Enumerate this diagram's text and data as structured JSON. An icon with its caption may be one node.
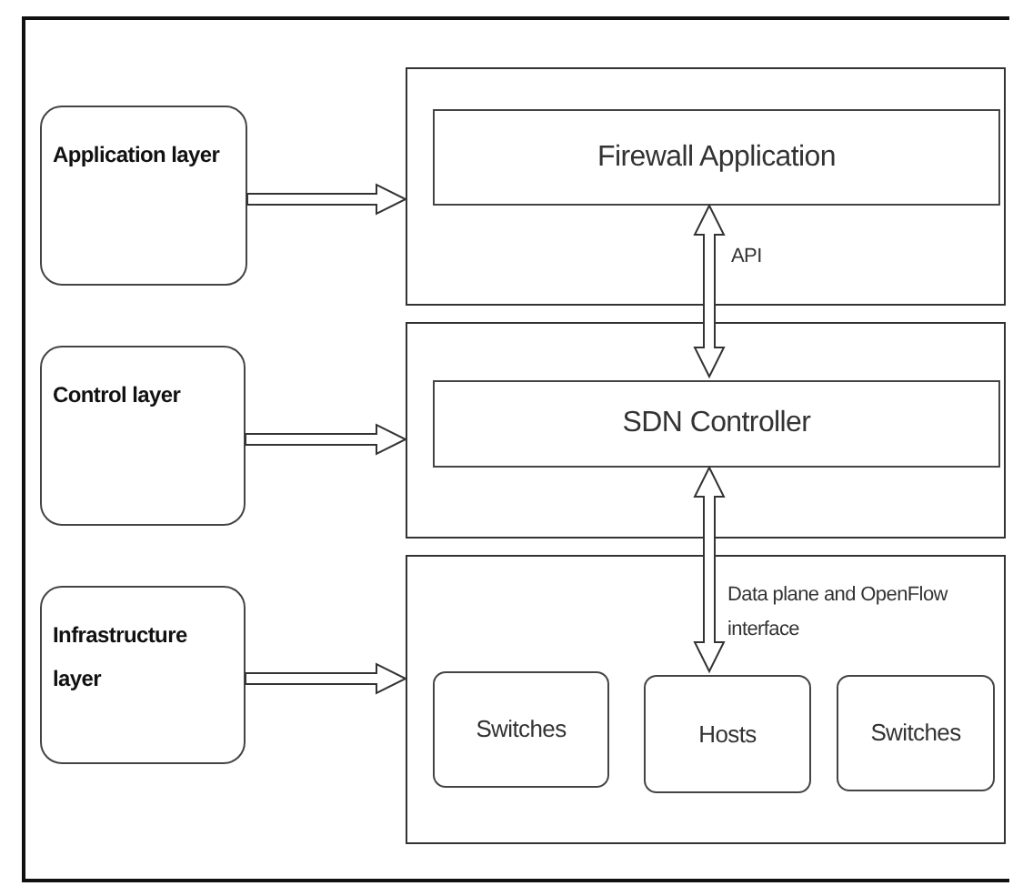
{
  "diagram": {
    "nodes": [
      {
        "text": [
          "Application layer"
        ]
      },
      {
        "text": [
          "Control layer"
        ]
      },
      {
        "text": [
          "Infrastructure layer"
        ]
      },
      {
        "text": [],
        "shape": "box"
      },
      {
        "text": [
          "Firewall Application"
        ],
        "in": 3
      },
      {
        "text": [],
        "shape": "box"
      },
      {
        "text": [
          "SDN Controller"
        ],
        "in": 5
      },
      {
        "text": [],
        "shape": "box"
      },
      {
        "text": [
          "Switches"
        ],
        "in": 7
      },
      {
        "text": [
          "Hosts"
        ],
        "in": 7
      },
      {
        "text": [
          "Switches"
        ],
        "in": 7
      }
    ],
    "edges": [
      {
        "from": 0,
        "to": 3,
        "arrow": "to"
      },
      {
        "from": 1,
        "to": 5,
        "arrow": "to"
      },
      {
        "from": 2,
        "to": 7,
        "arrow": "to"
      },
      {
        "from": 4,
        "to": 6,
        "arrow": "both",
        "label": "API"
      },
      {
        "from": 6,
        "to": 9,
        "arrow": "both",
        "label": "Data plane and OpenFlow interface"
      }
    ]
  }
}
